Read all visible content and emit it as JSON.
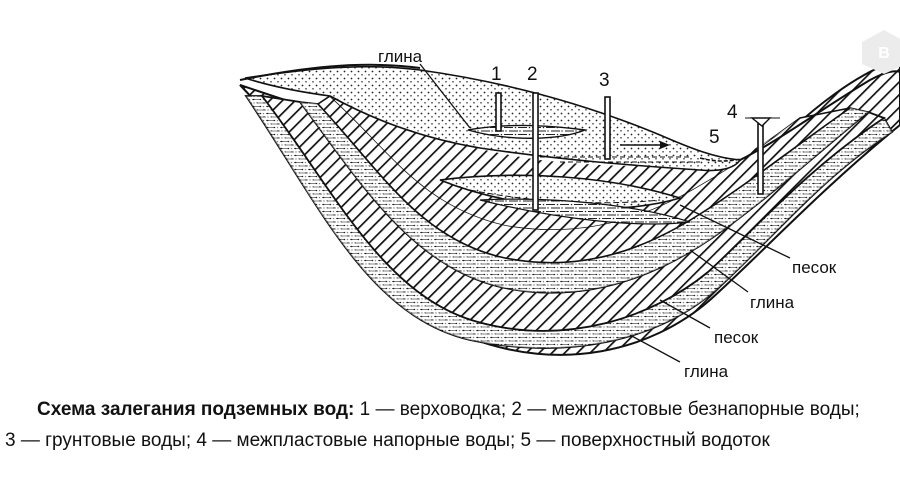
{
  "labels": {
    "clay_top": "глина",
    "well_1": "1",
    "well_2": "2",
    "well_3": "3",
    "well_4": "4",
    "marker_5": "5",
    "sand_inner": "песок",
    "clay_middle": "глина",
    "sand_outer": "песок",
    "clay_bottom": "глина"
  },
  "caption": {
    "title": "Схема залегания подземных вод:",
    "line1_rest": "1 — верховодка;  2 — межпластовые безнапорные воды;",
    "line2": "3 — грунтовые воды; 4 — межпластовые напорные воды; 5 — поверхностный водоток"
  },
  "colors": {
    "ink": "#111111",
    "background": "#ffffff",
    "logo": "#e8e8e8"
  }
}
